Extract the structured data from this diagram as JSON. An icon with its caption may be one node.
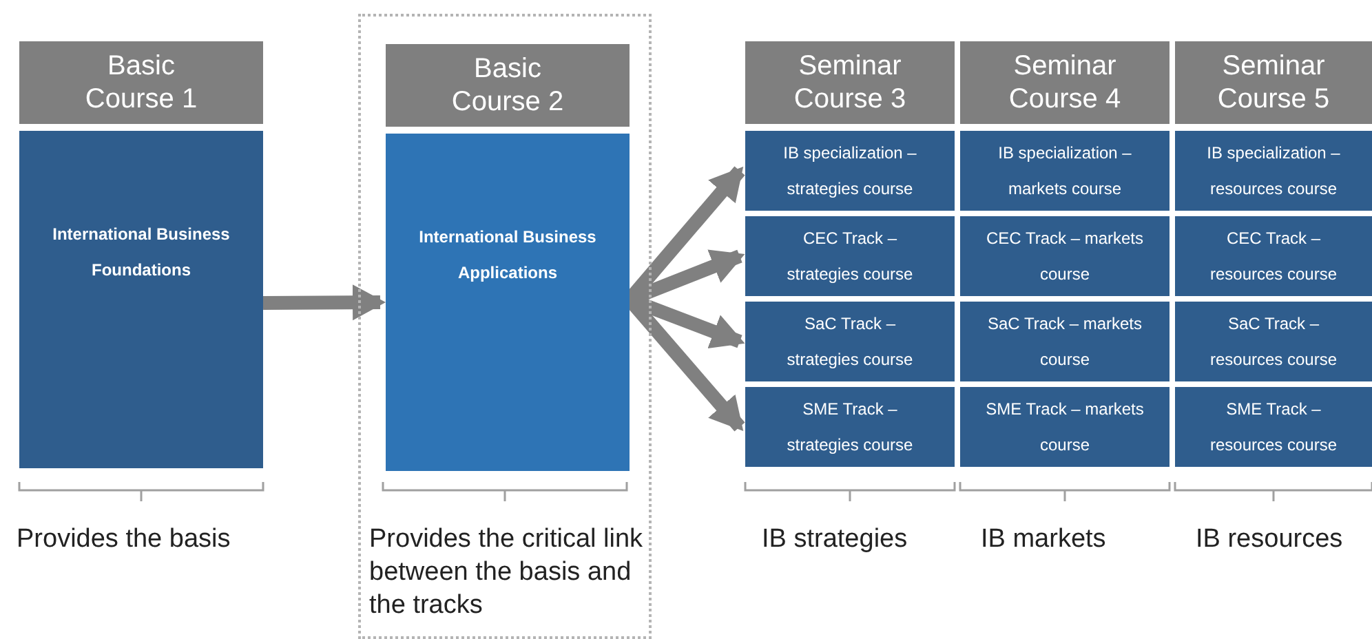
{
  "diagram": {
    "nodes": [
      {
        "text": [
          "Basic Course 1"
        ]
      },
      {
        "text": [
          "International Business Foundations"
        ]
      },
      {
        "text": [],
        "shape": "box"
      },
      {
        "text": [
          "Basic Course 2"
        ],
        "in": 2
      },
      {
        "text": [
          "International Business Applications"
        ],
        "in": 2
      },
      {
        "text": [
          "Seminar Course 3"
        ]
      },
      {
        "text": [
          "Seminar Course 4"
        ]
      },
      {
        "text": [
          "Seminar Course 5"
        ]
      },
      {
        "text": [
          "IB specialization – strategies course"
        ]
      },
      {
        "text": [
          "IB specialization – markets course"
        ]
      },
      {
        "text": [
          "IB specialization – resources course"
        ]
      },
      {
        "text": [
          "CEC Track – strategies course"
        ]
      },
      {
        "text": [
          "CEC Track – markets course"
        ]
      },
      {
        "text": [
          "CEC Track – resources course"
        ]
      },
      {
        "text": [
          "SaC Track – strategies course"
        ]
      },
      {
        "text": [
          "SaC Track – markets course"
        ]
      },
      {
        "text": [
          "SaC Track – resources course"
        ]
      },
      {
        "text": [
          "SME Track – strategies course"
        ]
      },
      {
        "text": [
          "SME Track – markets course"
        ]
      },
      {
        "text": [
          "SME Track – resources course"
        ]
      }
    ],
    "edges": [
      {
        "from": 1,
        "to": 4,
        "arrow": "to"
      },
      {
        "from": 4,
        "to": 8,
        "arrow": "to"
      },
      {
        "from": 4,
        "to": 11,
        "arrow": "to"
      },
      {
        "from": 4,
        "to": 14,
        "arrow": "to"
      },
      {
        "from": 4,
        "to": 17,
        "arrow": "to"
      }
    ],
    "labels": [
      "Provides the basis",
      "Provides the critical link between the basis and the tracks",
      "IB strategies",
      "IB markets",
      "IB resources"
    ]
  }
}
